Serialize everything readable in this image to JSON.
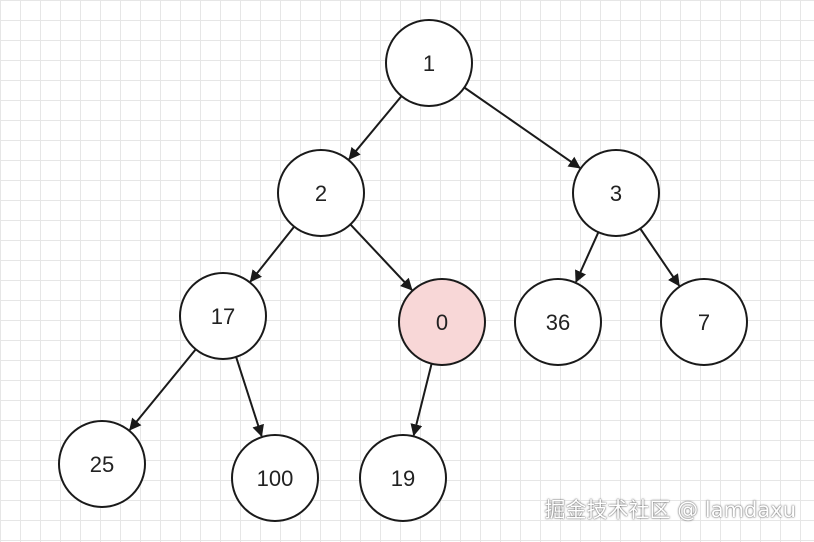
{
  "diagram": {
    "type": "binary-tree",
    "colors": {
      "node_fill": "#ffffff",
      "highlight_fill": "#f8d7d7",
      "stroke": "#1a1a1a"
    },
    "nodes": [
      {
        "id": "n1",
        "label": "1"
      },
      {
        "id": "n2",
        "label": "2"
      },
      {
        "id": "n3",
        "label": "3"
      },
      {
        "id": "n17",
        "label": "17"
      },
      {
        "id": "n0",
        "label": "0",
        "highlighted": true
      },
      {
        "id": "n36",
        "label": "36"
      },
      {
        "id": "n7",
        "label": "7"
      },
      {
        "id": "n25",
        "label": "25"
      },
      {
        "id": "n100",
        "label": "100"
      },
      {
        "id": "n19",
        "label": "19"
      }
    ],
    "edges": [
      {
        "from": "n1",
        "to": "n2"
      },
      {
        "from": "n1",
        "to": "n3"
      },
      {
        "from": "n2",
        "to": "n17"
      },
      {
        "from": "n2",
        "to": "n0"
      },
      {
        "from": "n3",
        "to": "n36"
      },
      {
        "from": "n3",
        "to": "n7"
      },
      {
        "from": "n17",
        "to": "n25"
      },
      {
        "from": "n17",
        "to": "n100"
      },
      {
        "from": "n0",
        "to": "n19"
      }
    ]
  },
  "watermark": {
    "text": "掘金技术社区 @ lamdaxu"
  }
}
